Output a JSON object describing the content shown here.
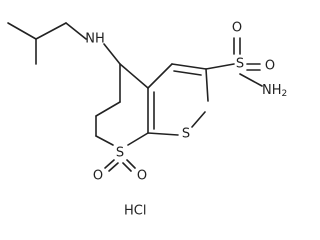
{
  "molecule": {
    "atoms": {
      "amine_n": "NH",
      "thiophene_s": "S",
      "sulfone_s": "S",
      "sulfone_o1": "O",
      "sulfone_o2": "O",
      "sulfonamide_s": "S",
      "sulfonamide_o1": "O",
      "sulfonamide_o2": "O",
      "sulfonamide_n": "NH",
      "sulfonamide_n_sub": "2"
    },
    "salt": "HCl"
  }
}
